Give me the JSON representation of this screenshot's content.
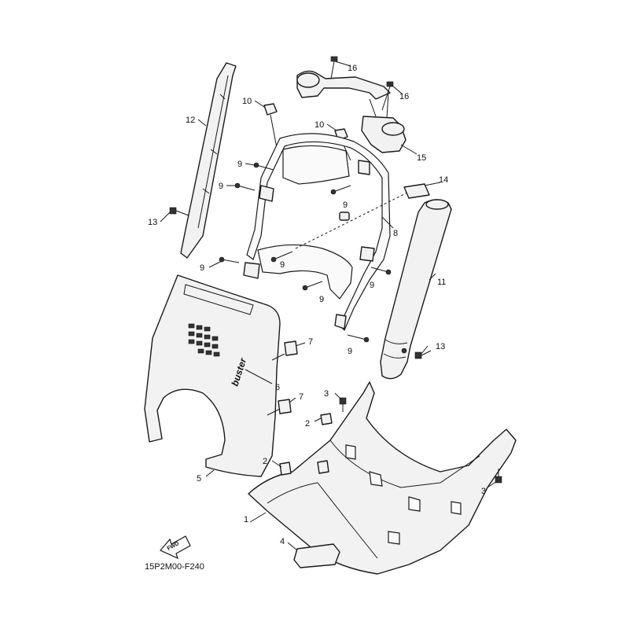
{
  "diagram": {
    "code": "15P2M00-F240",
    "fwd_label": "FWD",
    "emblem_text": "buster",
    "callouts": {
      "c1": "1",
      "c2a": "2",
      "c2b": "2",
      "c3a": "3",
      "c3b": "3",
      "c4": "4",
      "c5": "5",
      "c6": "6",
      "c7a": "7",
      "c7b": "7",
      "c8": "8",
      "c9a": "9",
      "c9b": "9",
      "c9c": "9",
      "c9d": "9",
      "c9e": "9",
      "c9f": "9",
      "c9g": "9",
      "c9h": "9",
      "c10a": "10",
      "c10b": "10",
      "c11": "11",
      "c12": "12",
      "c13a": "13",
      "c13b": "13",
      "c14": "14",
      "c15": "15",
      "c16a": "16",
      "c16b": "16"
    }
  }
}
